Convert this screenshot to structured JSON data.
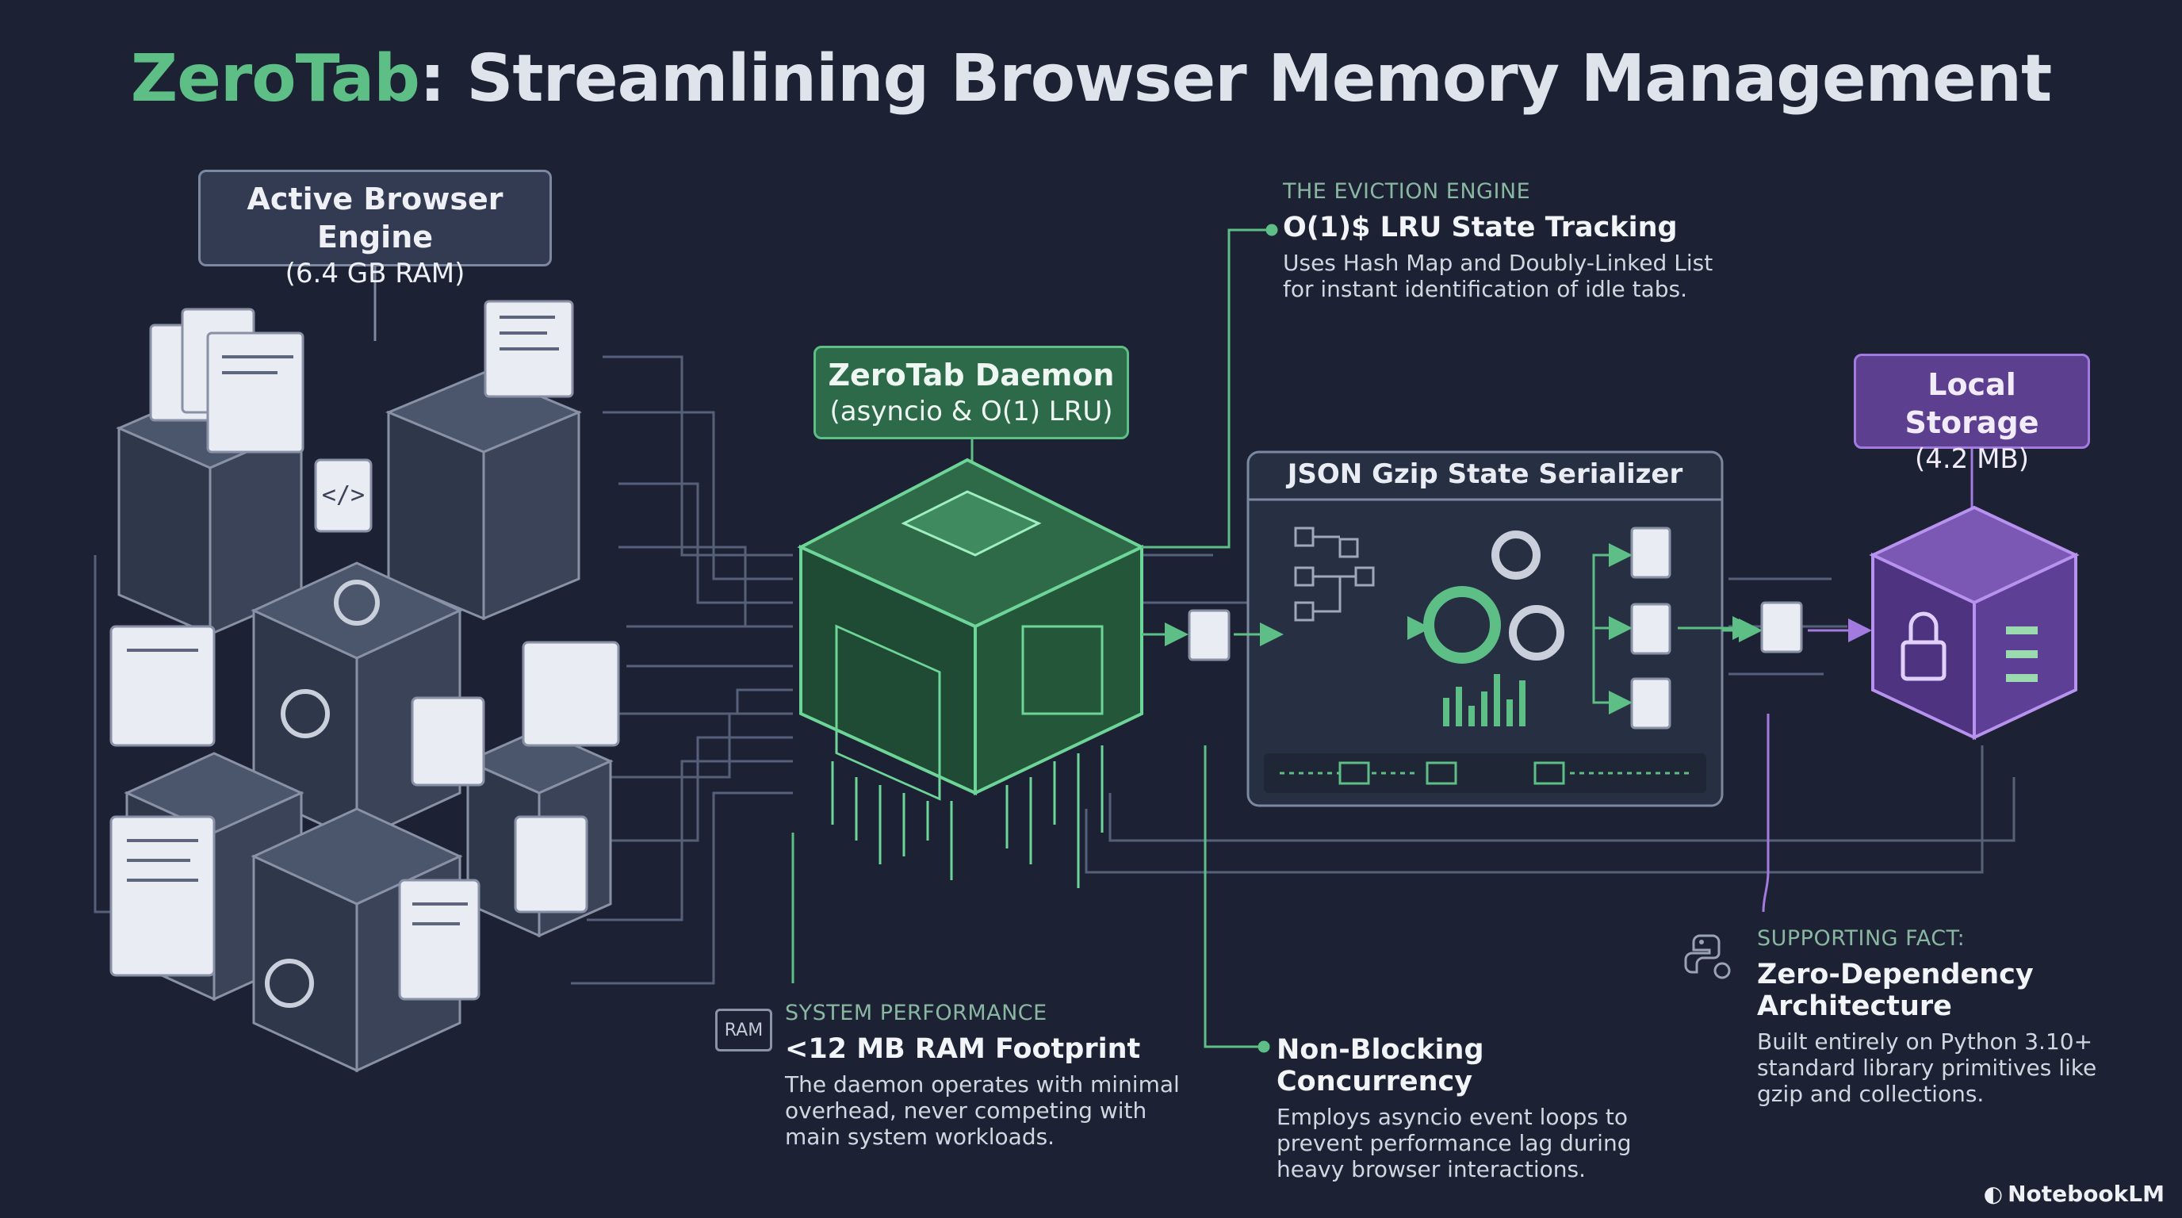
{
  "title": {
    "accent": "ZeroTab",
    "rest": ": Streamlining Browser Memory Management"
  },
  "nodes": {
    "browser": {
      "label": "Active Browser Engine",
      "sub": "(6.4 GB RAM)"
    },
    "daemon": {
      "label": "ZeroTab Daemon",
      "sub": "(asyncio & O(1) LRU)"
    },
    "serializer": {
      "label": "JSON Gzip State Serializer"
    },
    "storage": {
      "label": "Local Storage",
      "sub": "(4.2 MB)"
    }
  },
  "annotations": {
    "eviction": {
      "kicker": "THE EVICTION ENGINE",
      "head": "O(1)$ LRU State Tracking",
      "body": "Uses Hash Map and Doubly-Linked List for instant identification of idle tabs."
    },
    "performance": {
      "kicker": "SYSTEM PERFORMANCE",
      "chip": "RAM",
      "head": "<12 MB RAM Footprint",
      "body": "The daemon operates with minimal overhead, never competing with main system workloads."
    },
    "concurrency": {
      "head": "Non-Blocking Concurrency",
      "body": "Employs asyncio event loops to prevent performance lag during heavy browser interactions."
    },
    "dependency": {
      "kicker": "SUPPORTING FACT:",
      "head": "Zero-Dependency Architecture",
      "body": "Built entirely on Python 3.10+ standard library primitives like gzip and collections."
    }
  },
  "brand": "NotebookLM",
  "colors": {
    "background": "#1c2233",
    "green": "#5dbf86",
    "purple": "#a37be0",
    "slate": "#7c87a2"
  }
}
